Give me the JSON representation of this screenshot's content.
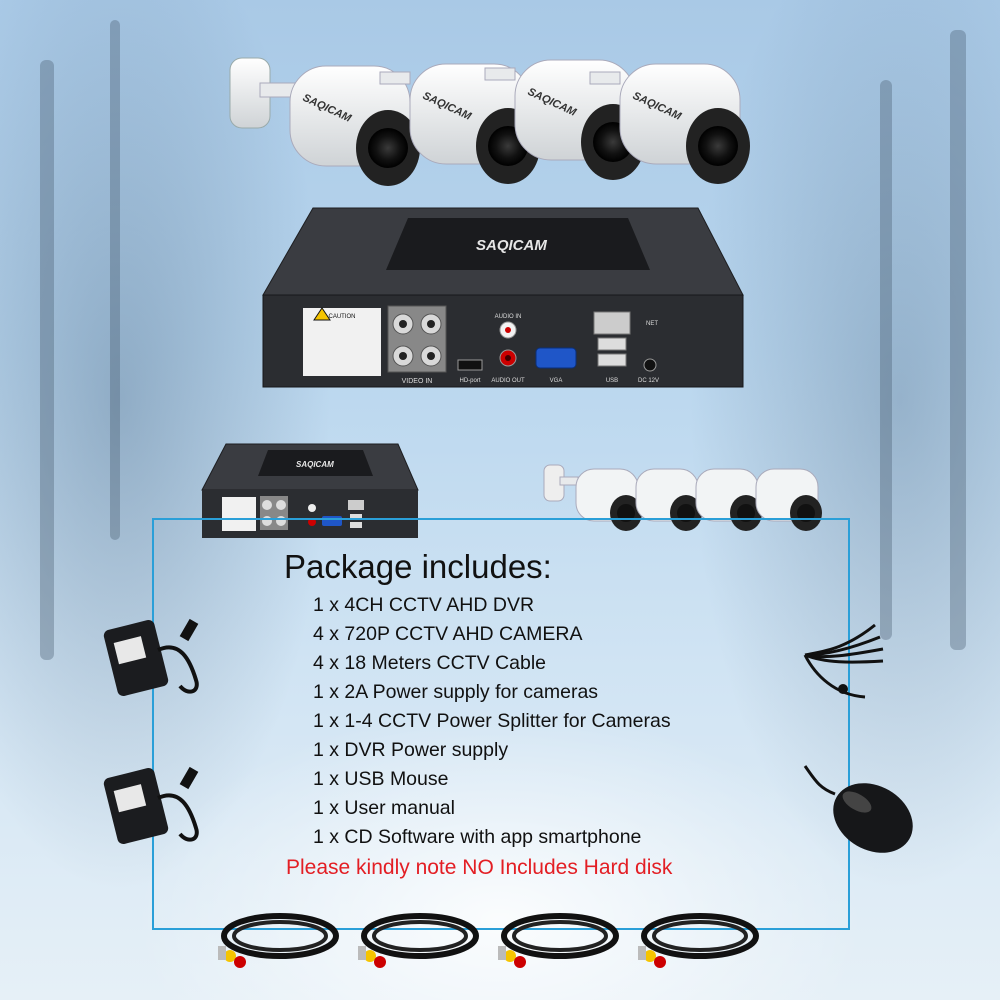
{
  "brand": "SAQICAM",
  "package": {
    "title": "Package includes:",
    "items": [
      "1 x 4CH CCTV AHD DVR",
      "4 x 720P CCTV AHD CAMERA",
      "4 x 18 Meters CCTV Cable",
      "1 x 2A Power supply for cameras",
      "1 x 1-4 CCTV Power Splitter for Cameras",
      "1 x DVR Power supply",
      "1 x USB Mouse",
      "1 x User manual",
      "1 x CD Software with app smartphone"
    ],
    "note": "Please kindly note NO Includes Hard disk"
  },
  "dvr_labels": {
    "caution": "CAUTION",
    "video_in": "VIDEO IN",
    "audio_in": "AUDIO IN",
    "audio_out": "AUDIO OUT",
    "hd_port": "HD-port",
    "vga": "VGA",
    "usb": "USB",
    "net": "NET",
    "dc": "DC 12V"
  },
  "colors": {
    "frame": "#2a9fd8",
    "note": "#e31e24",
    "dvr_body": "#2b2d31"
  }
}
